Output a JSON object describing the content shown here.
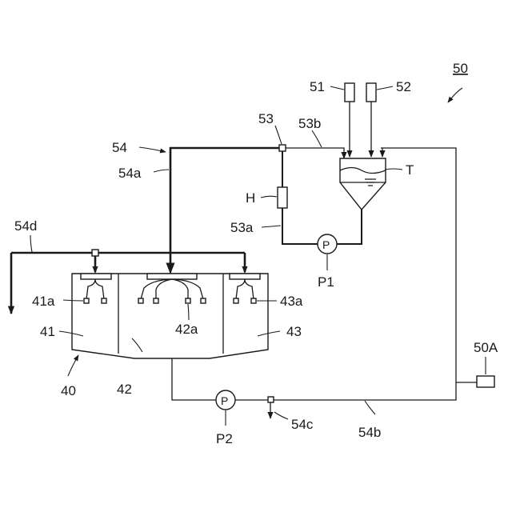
{
  "labels": {
    "system": "50",
    "sensor_51": "51",
    "sensor_52": "52",
    "pipe_53": "53",
    "pipe_53b": "53b",
    "pipe_54": "54",
    "pipe_54a": "54a",
    "tank": "T",
    "heater": "H",
    "pipe_53a": "53a",
    "pump_p1_symbol": "P",
    "pump_p1": "P1",
    "pipe_54d": "54d",
    "nozzle_41a": "41a",
    "nozzle_42a": "42a",
    "nozzle_43a": "43a",
    "chamber_41": "41",
    "chamber_42": "42",
    "chamber_43": "43",
    "unit_40": "40",
    "unit_50A": "50A",
    "pump_p2_symbol": "P",
    "pump_p2": "P2",
    "pipe_54c": "54c",
    "pipe_54b": "54b"
  },
  "colors": {
    "line": "#1a1a1a",
    "background": "#ffffff"
  }
}
